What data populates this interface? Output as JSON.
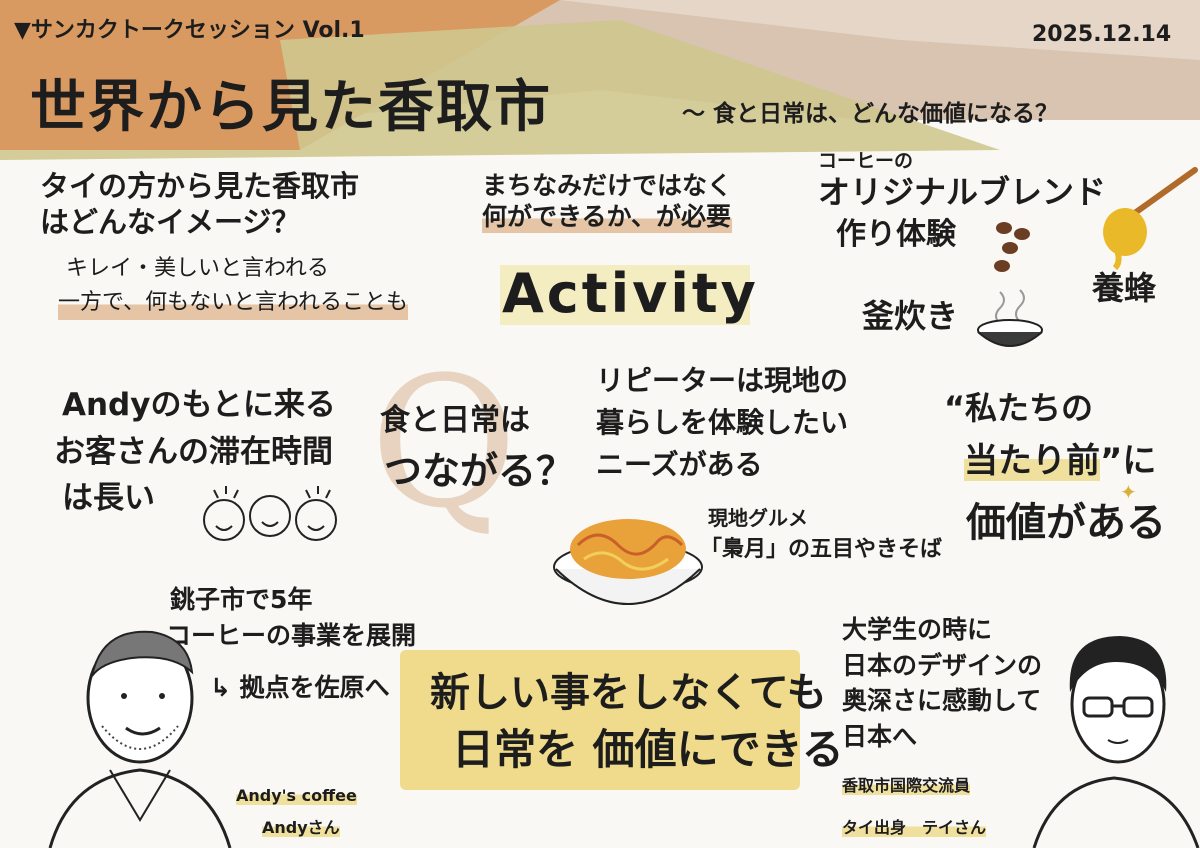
{
  "header": {
    "series": "▼サンカクトークセッション Vol.1",
    "date": "2025.12.14",
    "title": "世界から見た香取市",
    "subtitle": "〜 食と日常は、どんな価値になる？"
  },
  "thai_view": {
    "question_line1": "タイの方から見た香取市",
    "question_line2": "はどんなイメージ？",
    "answer_line1": "キレイ・美しいと言われる",
    "answer_line2": "一方で、何もないと言われることも"
  },
  "activity": {
    "line1": "まちなみだけではなく",
    "line2": "何ができるか、が必要",
    "word": "Activity"
  },
  "coffee_blend": {
    "line1": "コーヒーの",
    "line2": "オリジナルブレンド",
    "line3": "作り体験"
  },
  "youhou": "養蜂",
  "kamadaki": "釜炊き",
  "andy_stay": {
    "line1": "Andyのもとに来る",
    "line2": "お客さんの滞在時間",
    "line3": "は長い"
  },
  "question": {
    "line1": "食と日常は",
    "line2": "つながる？",
    "letter": "Q"
  },
  "repeater": {
    "line1": "リピーターは現地の",
    "line2": "暮らしを体験したい",
    "line3": "ニーズがある"
  },
  "local_food": {
    "label": "現地グルメ",
    "name": "「梟月」の五目やきそば"
  },
  "atarimae": {
    "line1": "“私たちの",
    "line2a": "当たり前",
    "line2b": "”に",
    "line3": "価値がある"
  },
  "andy_bio": {
    "line1": "銚子市で5年",
    "line2": "コーヒーの事業を展開",
    "line3": "拠点を佐原へ"
  },
  "conclusion": {
    "line1": "新しい事をしなくても",
    "line2": "日常を 価値にできる"
  },
  "tei_bio": {
    "line1": "大学生の時に",
    "line2": "日本のデザインの",
    "line3": "奥深さに感動して",
    "line4": "日本へ"
  },
  "andy_caption": {
    "line1": "Andy's coffee",
    "line2": "Andyさん"
  },
  "tei_caption": {
    "line1": "香取市国際交流員",
    "line2": "タイ出身　テイさん"
  },
  "colors": {
    "orange": "#d99a62",
    "olive": "#cfc78f",
    "beige": "#d8c4b0",
    "yellow": "#ecd678",
    "ink": "#1d1d1d"
  }
}
